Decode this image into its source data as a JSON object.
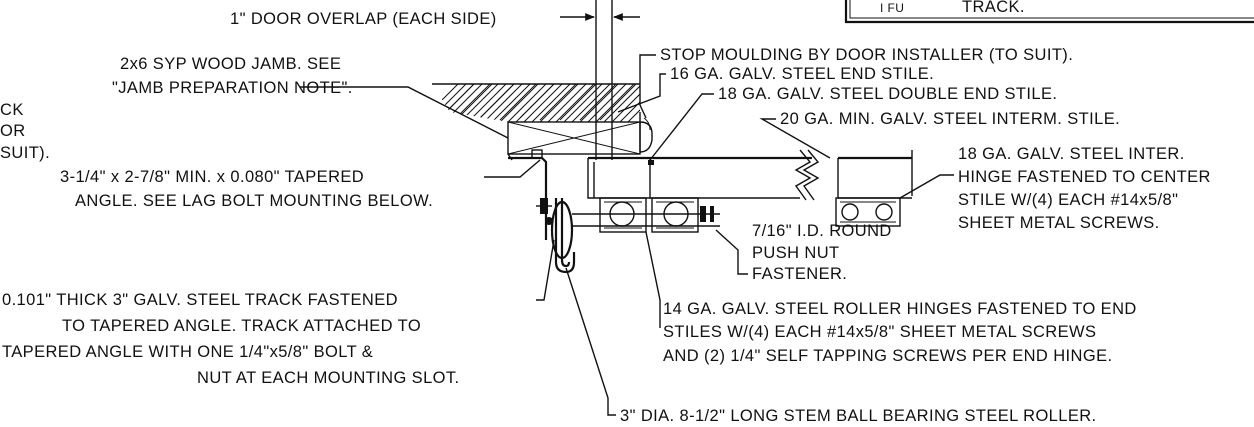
{
  "drawing": {
    "labels": {
      "door_overlap": "1\" DOOR OVERLAP (EACH SIDE)",
      "jamb_line1": "2x6 SYP WOOD JAMB. SEE",
      "jamb_line2": "\"JAMB PREPARATION NOTE\".",
      "stop_moulding": "STOP MOULDING BY DOOR INSTALLER (TO SUIT).",
      "end_stile_16": "16 GA. GALV. STEEL END STILE.",
      "double_end_stile": "18 GA. GALV. STEEL DOUBLE END STILE.",
      "interm_stile": "20 GA. MIN. GALV. STEEL INTERM. STILE.",
      "inter_hinge_line1": "18 GA. GALV. STEEL INTER.",
      "inter_hinge_line2": "HINGE FASTENED TO CENTER",
      "inter_hinge_line3": "STILE W/(4) EACH #14x5/8\"",
      "inter_hinge_line4": "SHEET METAL SCREWS.",
      "angle_line1": "3-1/4\" x 2-7/8\" MIN. x 0.080\" TAPERED",
      "angle_line2": "ANGLE. SEE LAG BOLT MOUNTING BELOW.",
      "push_nut_line1": "7/16\" I.D. ROUND",
      "push_nut_line2": "PUSH NUT",
      "push_nut_line3": "FASTENER.",
      "track_line1": "0.101\" THICK 3\" GALV. STEEL TRACK FASTENED",
      "track_line2": "TO TAPERED ANGLE. TRACK ATTACHED TO",
      "track_line3": "TAPERED ANGLE WITH ONE 1/4\"x5/8\" BOLT &",
      "track_line4": "NUT AT EACH MOUNTING SLOT.",
      "roller_hinge_line1": "14 GA. GALV. STEEL ROLLER HINGES FASTENED TO END",
      "roller_hinge_line2": "STILES W/(4) EACH #14x5/8\" SHEET METAL SCREWS",
      "roller_hinge_line3": "AND (2) 1/4\" SELF TAPPING SCREWS PER END HINGE.",
      "stem_roller": "3\" DIA. 8-1/2\" LONG STEM BALL BEARING STEEL ROLLER.",
      "partial_left_1": "CK",
      "partial_left_2": "OR",
      "partial_left_3": "SUIT).",
      "box_fragment_left": "I FU",
      "box_fragment_right": "TRACK."
    }
  }
}
